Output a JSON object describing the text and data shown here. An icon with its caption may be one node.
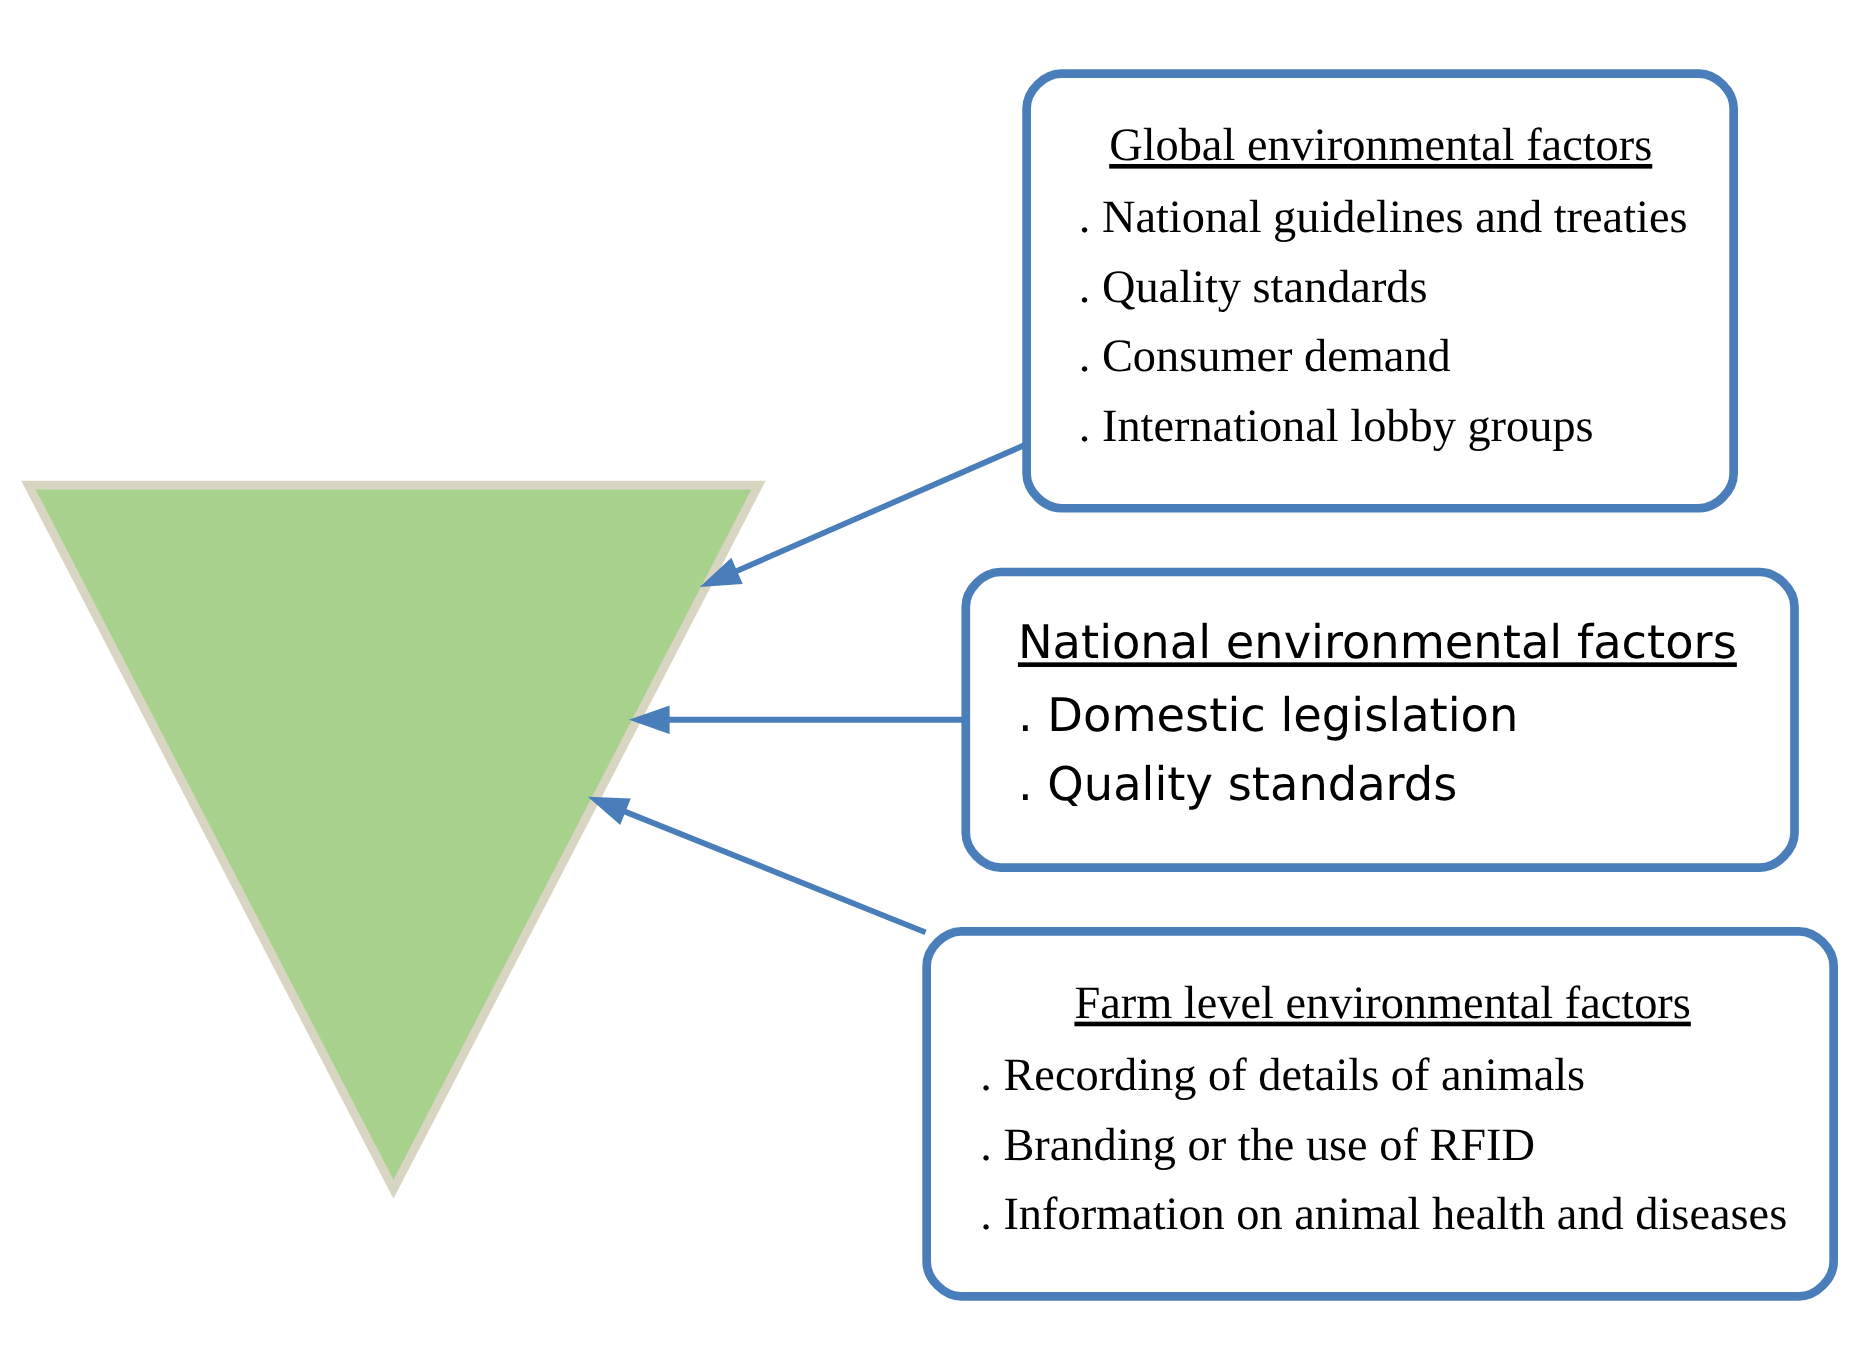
{
  "diagram": {
    "nodes": [
      {
        "text": [],
        "shape": "triangle"
      },
      {
        "text": [
          "Global environmental factors",
          ". National guidelines and treaties",
          ". Quality standards",
          ". Consumer demand",
          ". International lobby groups"
        ]
      },
      {
        "text": [
          "National environmental factors",
          ". Domestic legislation",
          ". Quality standards"
        ]
      },
      {
        "text": [
          "Farm level environmental factors",
          ". Recording of details of animals",
          ". Branding or the use of RFID",
          ". Information on animal health and diseases"
        ]
      }
    ],
    "edges": [
      {
        "from": 1,
        "to": 0,
        "arrow": "to"
      },
      {
        "from": 2,
        "to": 0,
        "arrow": "to"
      },
      {
        "from": 3,
        "to": 0,
        "arrow": "to"
      }
    ]
  }
}
